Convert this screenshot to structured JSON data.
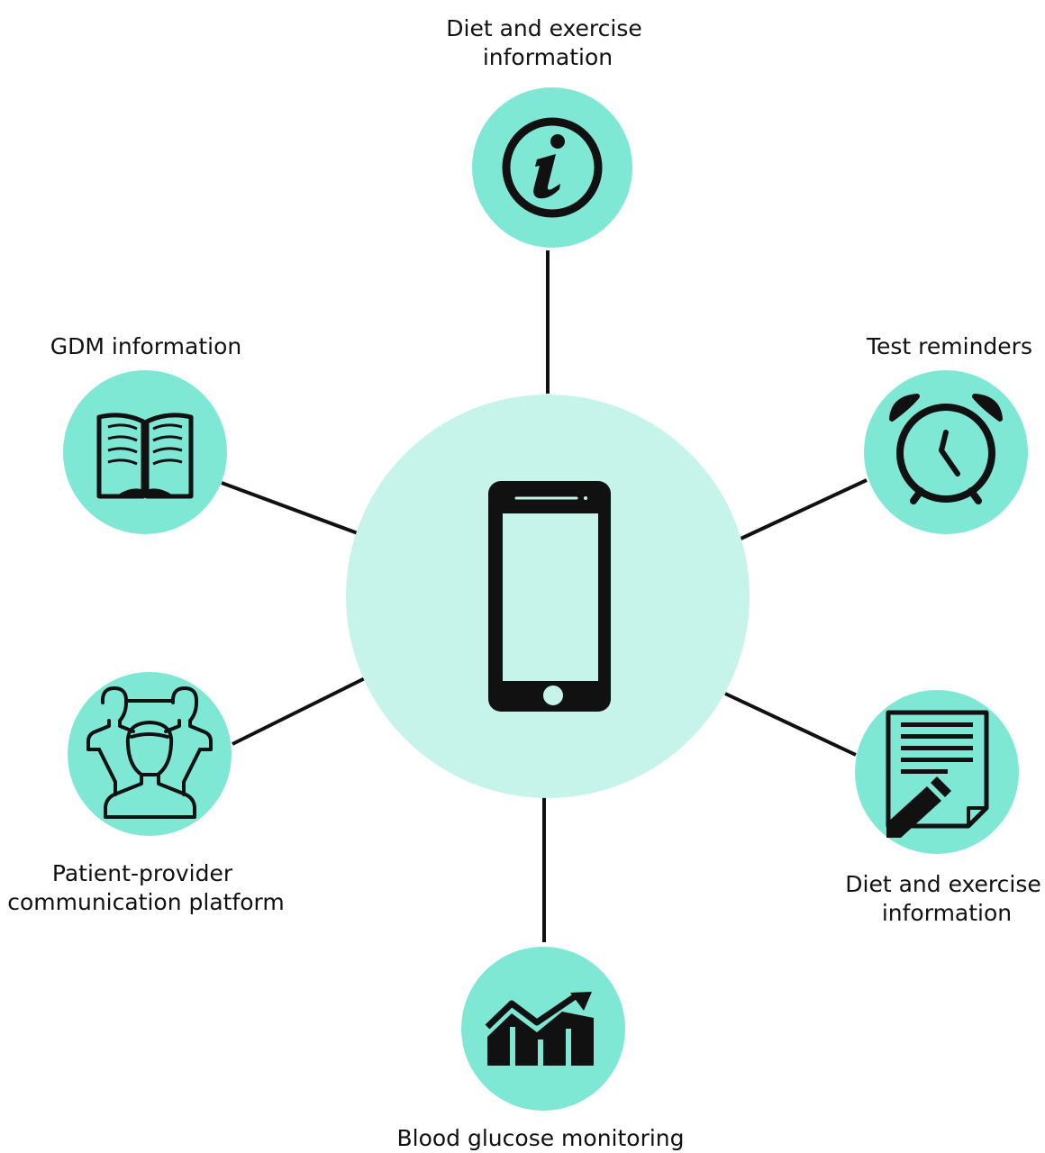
{
  "colors": {
    "node_fill": "#7fe8d4",
    "hub_fill": "#c6f4ea",
    "stroke": "#111111",
    "background": "#ffffff"
  },
  "hub": {
    "icon": "smartphone-icon"
  },
  "nodes": [
    {
      "id": "top",
      "icon": "info-icon",
      "label_lines": [
        "Diet and exercise",
        "information"
      ]
    },
    {
      "id": "upper-left",
      "icon": "open-book-icon",
      "label_lines": [
        "GDM information"
      ]
    },
    {
      "id": "upper-right",
      "icon": "alarm-clock-icon",
      "label_lines": [
        "Test reminders"
      ]
    },
    {
      "id": "lower-left",
      "icon": "people-group-icon",
      "label_lines": [
        "Patient-provider",
        "communication platform"
      ]
    },
    {
      "id": "lower-right",
      "icon": "document-pencil-icon",
      "label_lines": [
        "Diet and exercise",
        "information"
      ]
    },
    {
      "id": "bottom",
      "icon": "growth-chart-icon",
      "label_lines": [
        "Blood glucose monitoring"
      ]
    }
  ]
}
